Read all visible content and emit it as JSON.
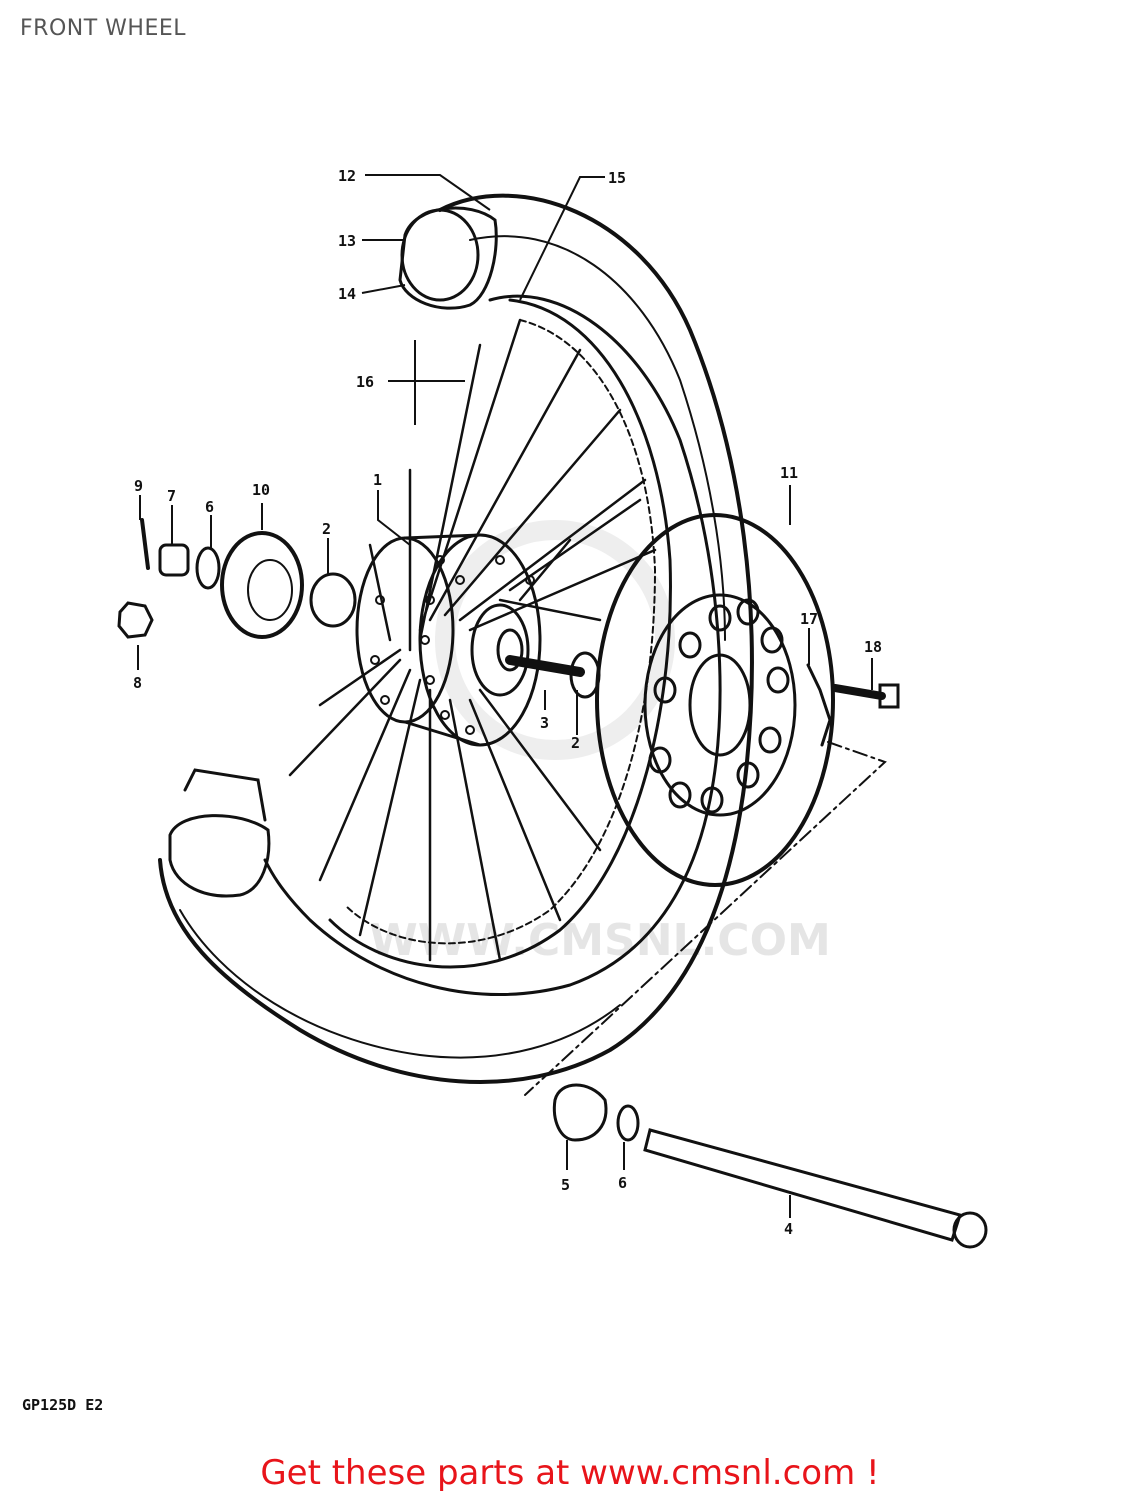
{
  "page": {
    "title": "FRONT WHEEL"
  },
  "diagram": {
    "model_code": "GP125D E2",
    "watermark": "WWW.CMSNL.COM",
    "part_labels": [
      "1",
      "2",
      "2",
      "3",
      "4",
      "5",
      "6",
      "6",
      "7",
      "8",
      "9",
      "10",
      "11",
      "12",
      "13",
      "14",
      "15",
      "16",
      "17",
      "18"
    ]
  },
  "footer": {
    "cta_text": "Get these parts at www.cmsnl.com !"
  },
  "colors": {
    "line": "#111111",
    "cta": "#e8141a",
    "watermark": "#d8d8d8"
  }
}
